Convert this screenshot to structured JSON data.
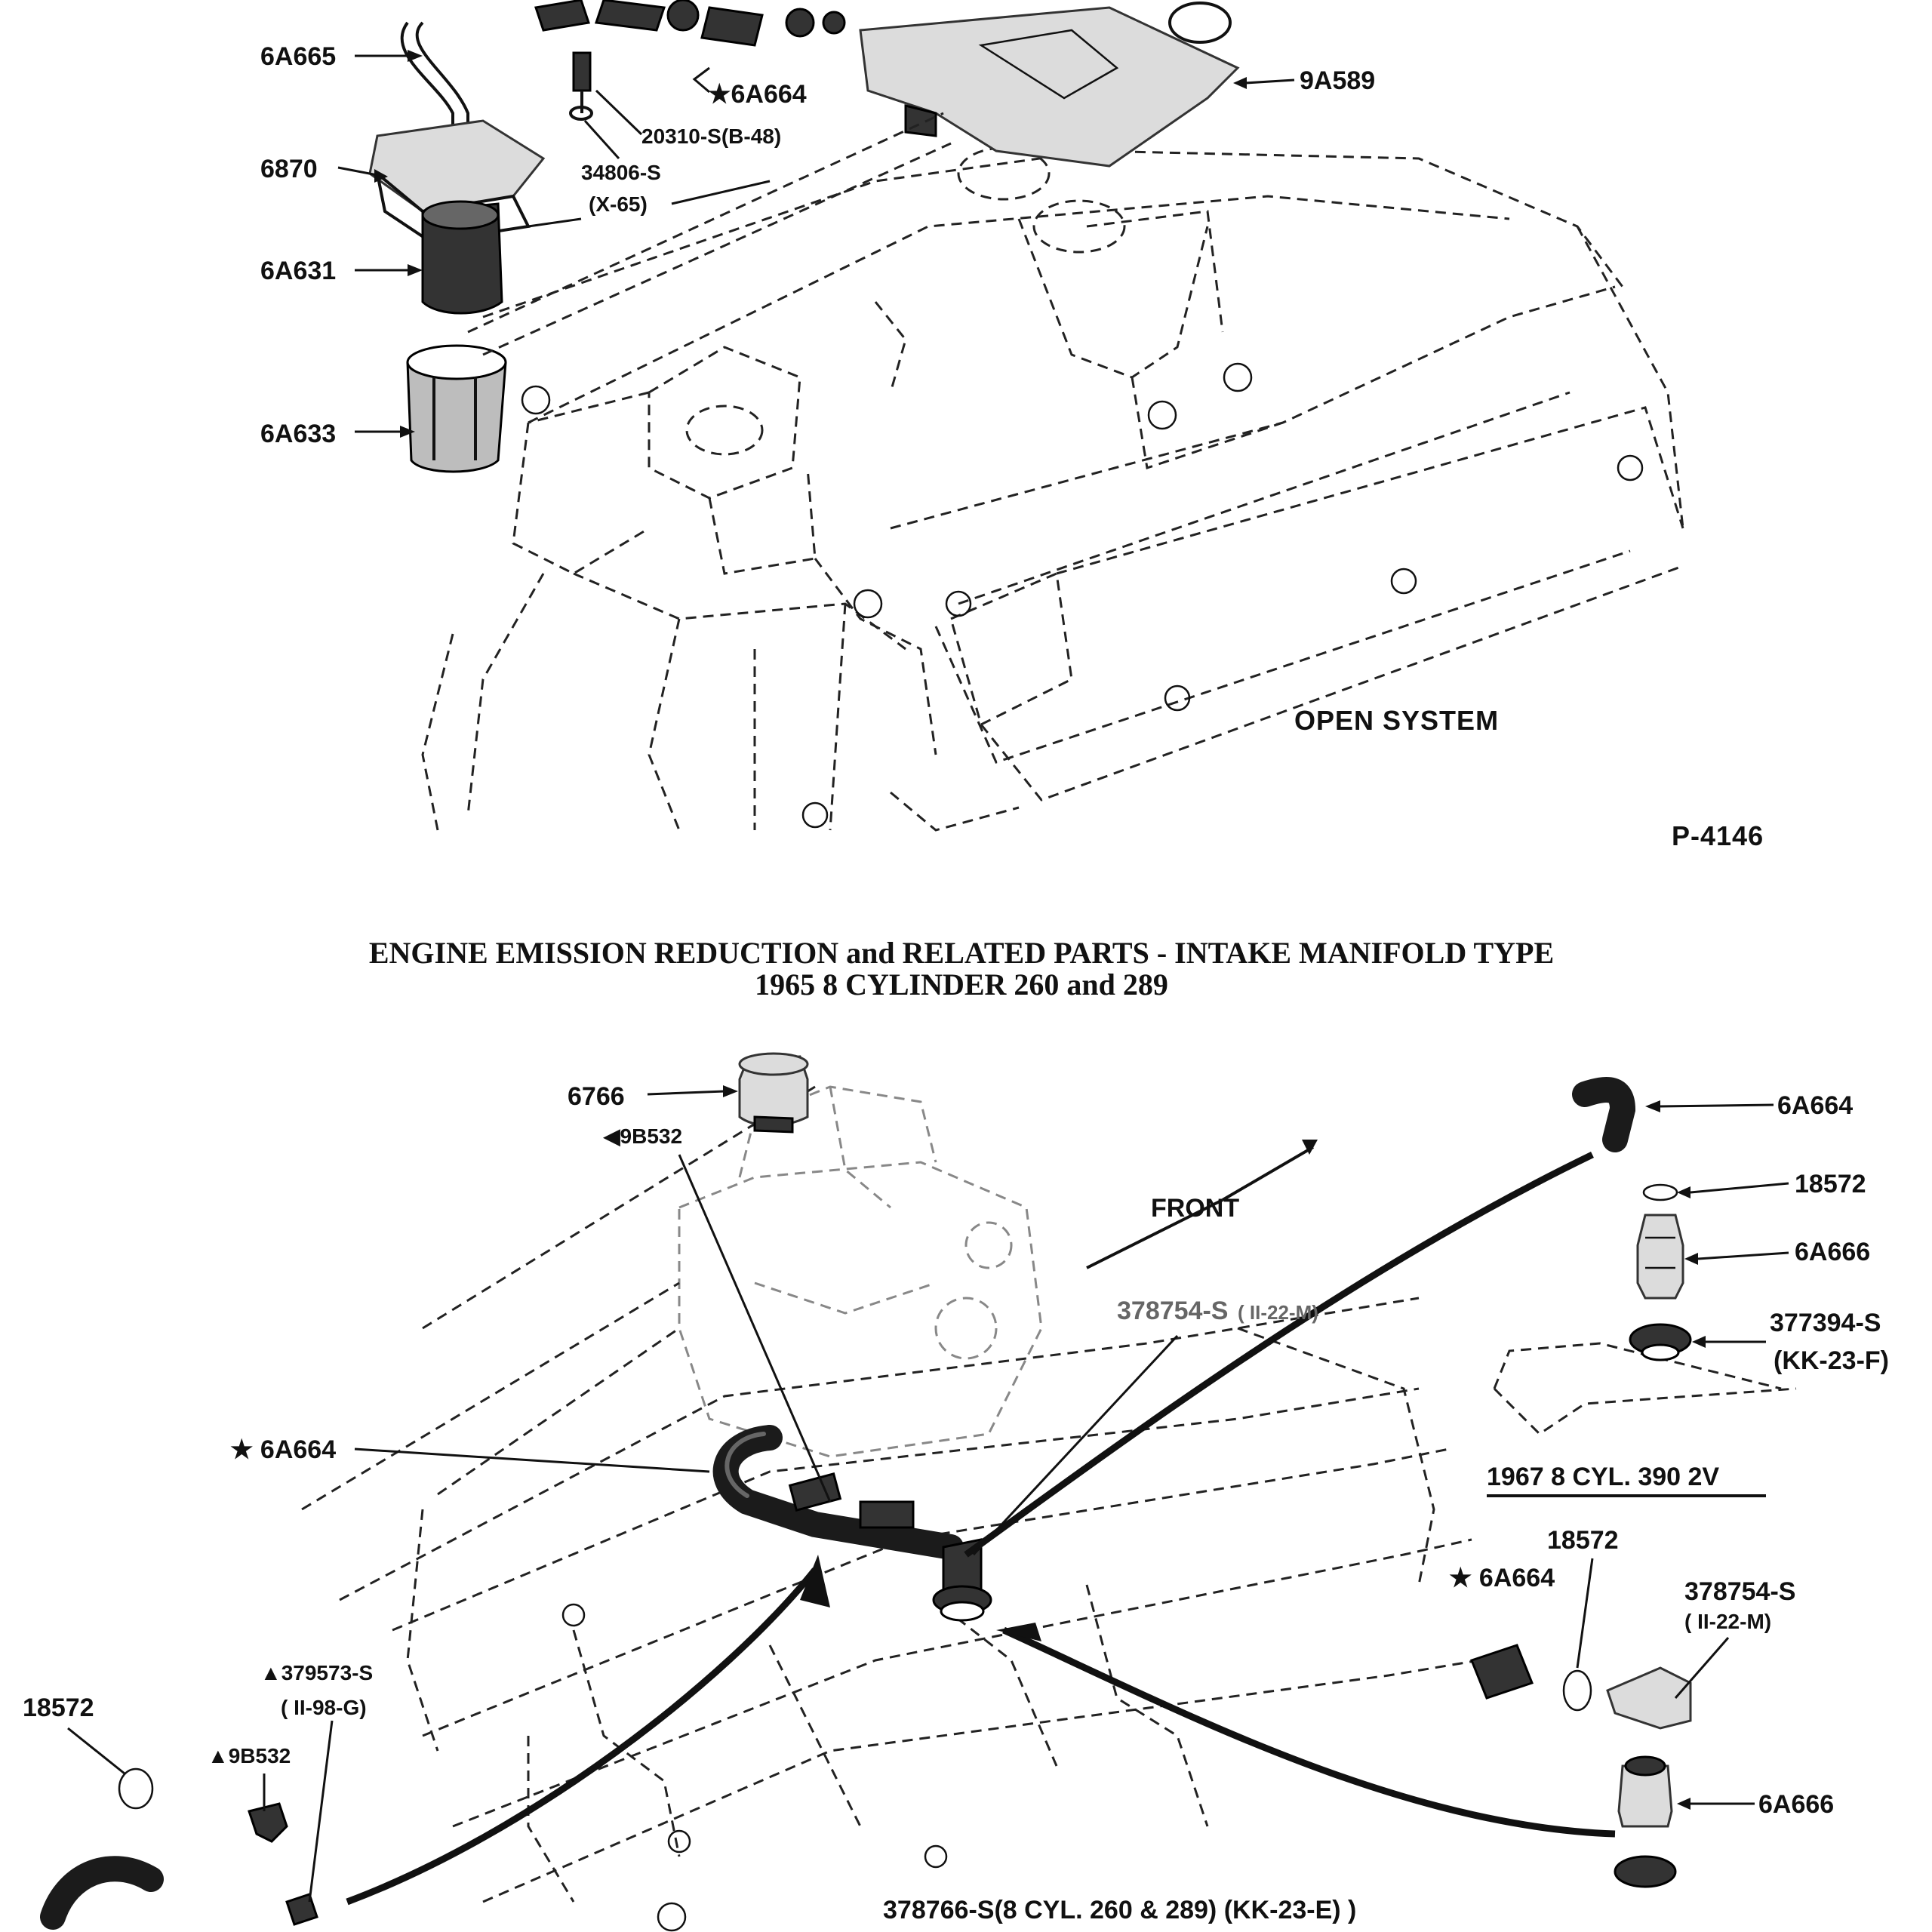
{
  "title": {
    "line1": "ENGINE EMISSION REDUCTION and RELATED PARTS - INTAKE MANIFOLD TYPE",
    "line2": "1965    8 CYLINDER 260 and 289"
  },
  "top": {
    "system": "OPEN SYSTEM",
    "figure_id": "P-4146",
    "labels": {
      "p6A665": "6A665",
      "p6A664": "★6A664",
      "p20310": "20310-S(B-48)",
      "p34806": "34806-S",
      "p34806b": "(X-65)",
      "p6870": "6870",
      "p6A631": "6A631",
      "p6A633": "6A633",
      "p9A589": "9A589"
    }
  },
  "bottom": {
    "front": "FRONT",
    "inset_title": "1967  8 CYL. 390 2V",
    "labels": {
      "p6766": "6766",
      "p9B532a": "◀9B532",
      "p378754a": "378754-S",
      "p378754a_code": "( II-22-M)",
      "p6A664_star": "★ 6A664",
      "p379573": "▲379573-S",
      "p379573_code": "( II-98-G)",
      "p18572_left": "18572",
      "p9B532b": "▲9B532",
      "p378766": "378766-S(8 CYL. 260 & 289) (KK-23-E) )",
      "r6A664": "6A664",
      "r18572": "18572",
      "r6A666": "6A666",
      "r377394": "377394-S",
      "r377394_code": "(KK-23-F)",
      "i18572": "18572",
      "i6A664": "★ 6A664",
      "i378754": "378754-S",
      "i378754_code": "( II-22-M)",
      "i6A666": "6A666"
    }
  }
}
